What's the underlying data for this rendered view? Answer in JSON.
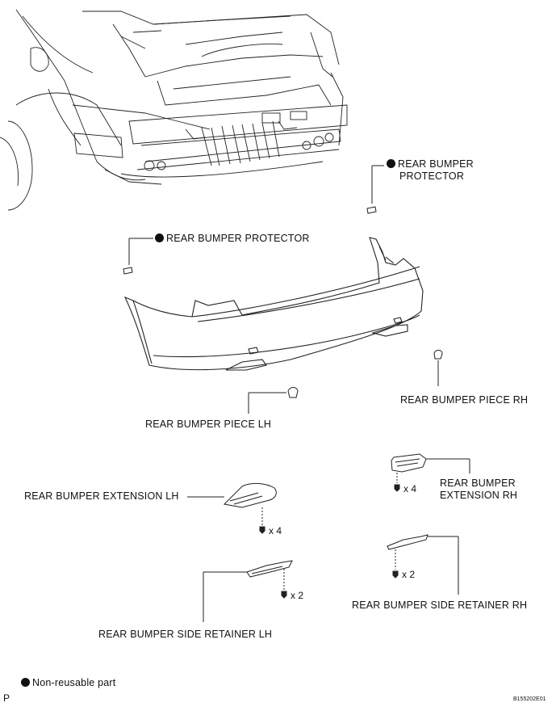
{
  "labels": {
    "protector_rh_line1": "REAR BUMPER",
    "protector_rh_line2": "PROTECTOR",
    "protector_lh": "REAR BUMPER PROTECTOR",
    "piece_rh": "REAR BUMPER PIECE RH",
    "piece_lh": "REAR BUMPER PIECE LH",
    "extension_lh": "REAR BUMPER EXTENSION LH",
    "extension_rh_line1": "REAR BUMPER",
    "extension_rh_line2": "EXTENSION RH",
    "retainer_rh": "REAR BUMPER SIDE RETAINER RH",
    "retainer_lh": "REAR BUMPER SIDE RETAINER LH"
  },
  "quantities": {
    "extension_lh_screws": "x 4",
    "extension_rh_screws": "x 4",
    "retainer_lh_screws": "x 2",
    "retainer_rh_screws": "x 2"
  },
  "legend": {
    "text": "Non-reusable part"
  },
  "footer": {
    "left_mark": "P",
    "figure_code": "B155202E01"
  }
}
